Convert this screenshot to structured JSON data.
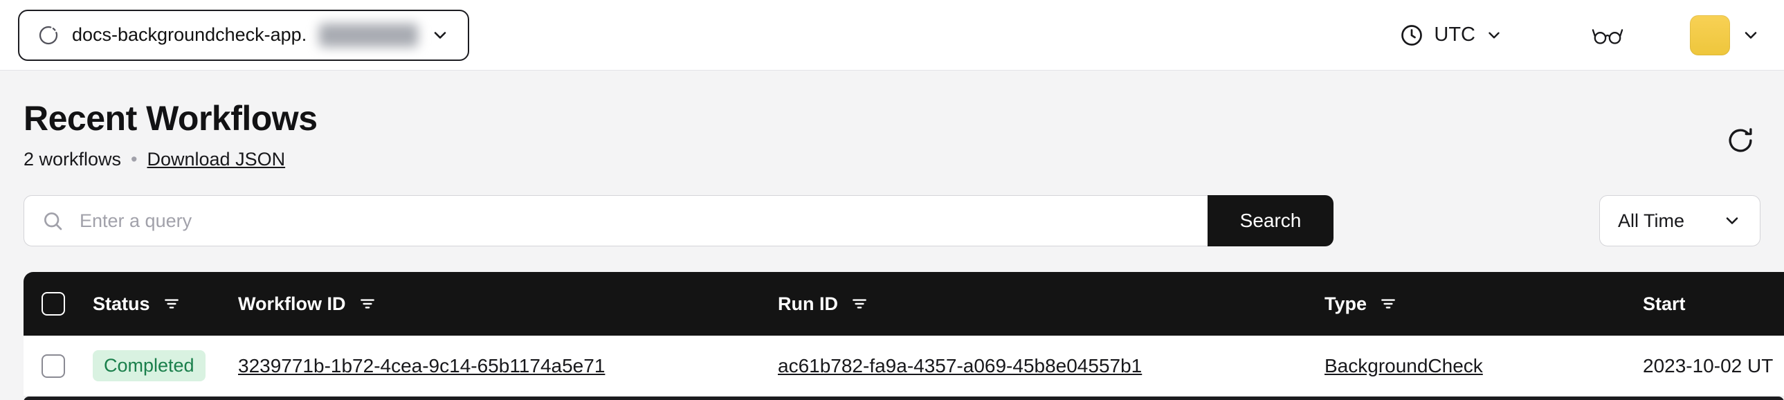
{
  "topbar": {
    "namespace_label": "docs-backgroundcheck-app.",
    "timezone": "UTC"
  },
  "page": {
    "title": "Recent Workflows",
    "workflow_count": "2 workflows",
    "separator": "•",
    "download_json": "Download JSON"
  },
  "search": {
    "placeholder": "Enter a query",
    "search_button": "Search",
    "time_filter": "All Time"
  },
  "table": {
    "headers": {
      "status": "Status",
      "workflow_id": "Workflow ID",
      "run_id": "Run ID",
      "type": "Type",
      "start": "Start"
    },
    "rows": [
      {
        "status": "Completed",
        "workflow_id": "3239771b-1b72-4cea-9c14-65b1174a5e71",
        "run_id": "ac61b782-fa9a-4357-a069-45b8e04557b1",
        "type": "BackgroundCheck",
        "start": "2023-10-02 UT"
      }
    ]
  },
  "icons": {
    "namespace": "cycle-icon",
    "namespace_chevron": "chevron-down-icon",
    "timezone": "clock-icon",
    "labs": "glasses-icon",
    "account": "avatar",
    "refresh": "refresh-icon",
    "search": "search-icon",
    "filter": "filter-icon"
  },
  "colors": {
    "topbar_bg": "#ffffff",
    "page_bg": "#f4f4f5",
    "table_header_bg": "#141414",
    "search_button_bg": "#141414",
    "badge_bg": "#d9f2e1",
    "badge_text": "#1a7f4b",
    "avatar_yellow": "#f2c744"
  }
}
